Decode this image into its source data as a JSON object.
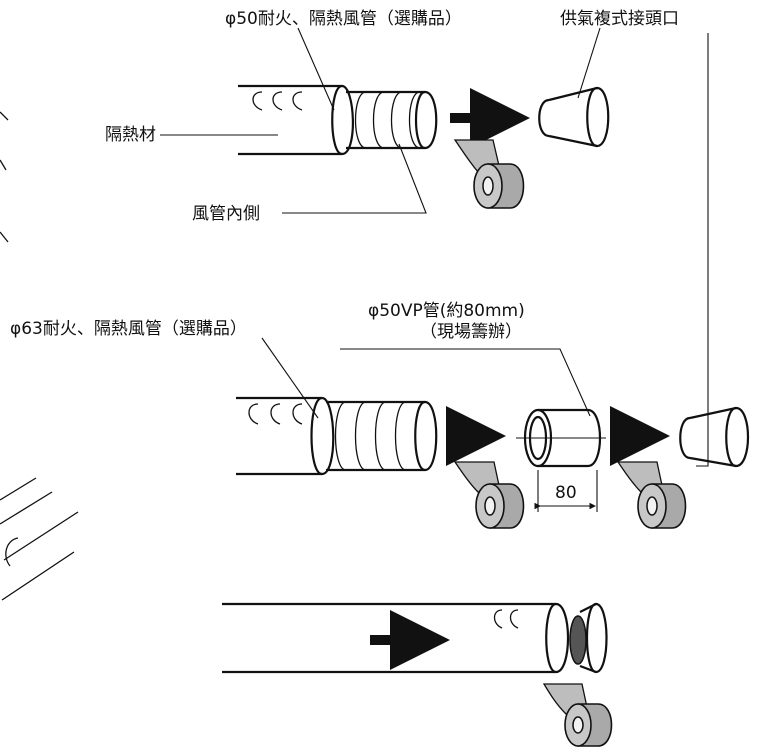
{
  "labels": {
    "duct_50": "φ50耐火、隔熱風管（選購品）",
    "insulation": "隔熱材",
    "duct_inner": "風管內側",
    "joint_port": "供氣複式接頭口",
    "duct_63": "φ63耐火、隔熱風管（選購品）",
    "vp_pipe_line1": "φ50VP管(約80mm)",
    "vp_pipe_line2": "（現場籌辦）",
    "dimension": "80"
  },
  "colors": {
    "ink": "#111111",
    "tape": "#bdbdbd",
    "roll": "#a9a9a9"
  },
  "icons": [
    "arrow-right-icon",
    "tape-roll-icon"
  ]
}
